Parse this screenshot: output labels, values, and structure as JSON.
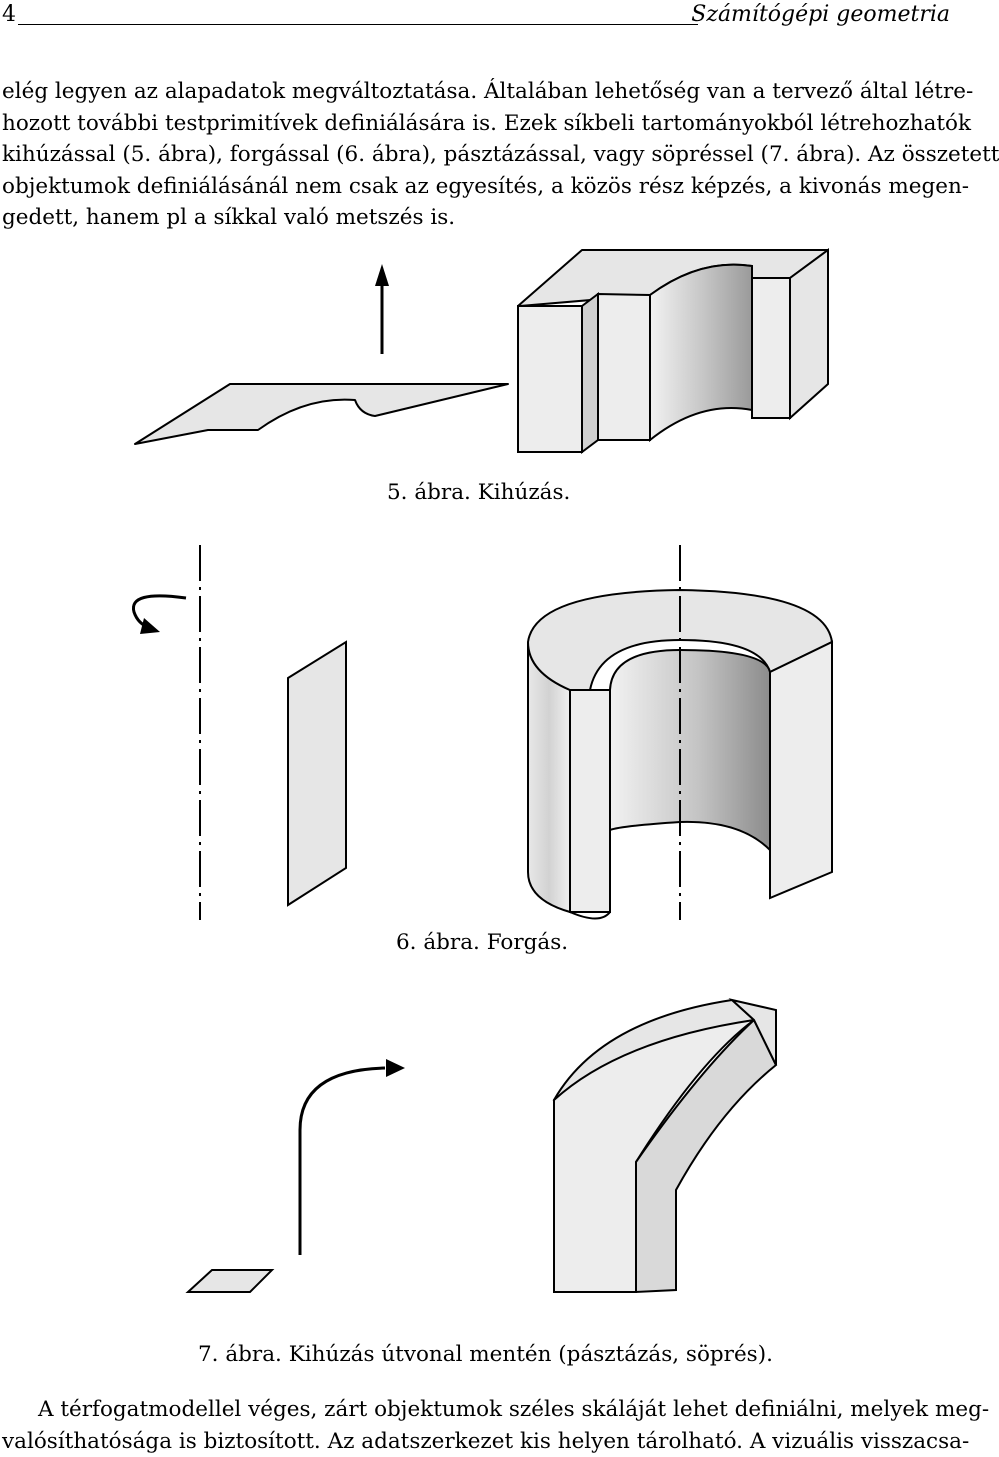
{
  "header": {
    "page_number": "4",
    "running_title": "Számítógépi geometria"
  },
  "intro_lines": [
    "elég legyen az alapadatok megváltoztatása. Általában lehetőség van a tervező által létre-",
    "hozott további testprimitívek definiálására is. Ezek síkbeli tartományokból létrehozhatók",
    "kihúzással (5. ábra), forgással (6. ábra), pásztázással, vagy söpréssel (7. ábra). Az összetett",
    "objektumok definiálásánál nem csak az egyesítés, a közös rész képzés, a kivonás megen-",
    "gedett, hanem pl a síkkal való metszés is."
  ],
  "figures": {
    "fig5_caption": "5. ábra. Kihúzás.",
    "fig6_caption": "6. ábra. Forgás.",
    "fig7_caption": "7. ábra. Kihúzás útvonal mentén (pásztázás, söprés)."
  },
  "closing_lines": [
    "A térfogatmodellel véges, zárt objektumok széles skáláját lehet definiálni, melyek meg-",
    "valósíthatósága is biztosított. Az adatszerkezet kis helyen tárolható. A vizuális visszacsa-"
  ],
  "colors": {
    "face_light": "#e6e6e6",
    "face_mid": "#cfcfcf",
    "face_dark": "#a8a8a8",
    "ink": "#000000"
  }
}
